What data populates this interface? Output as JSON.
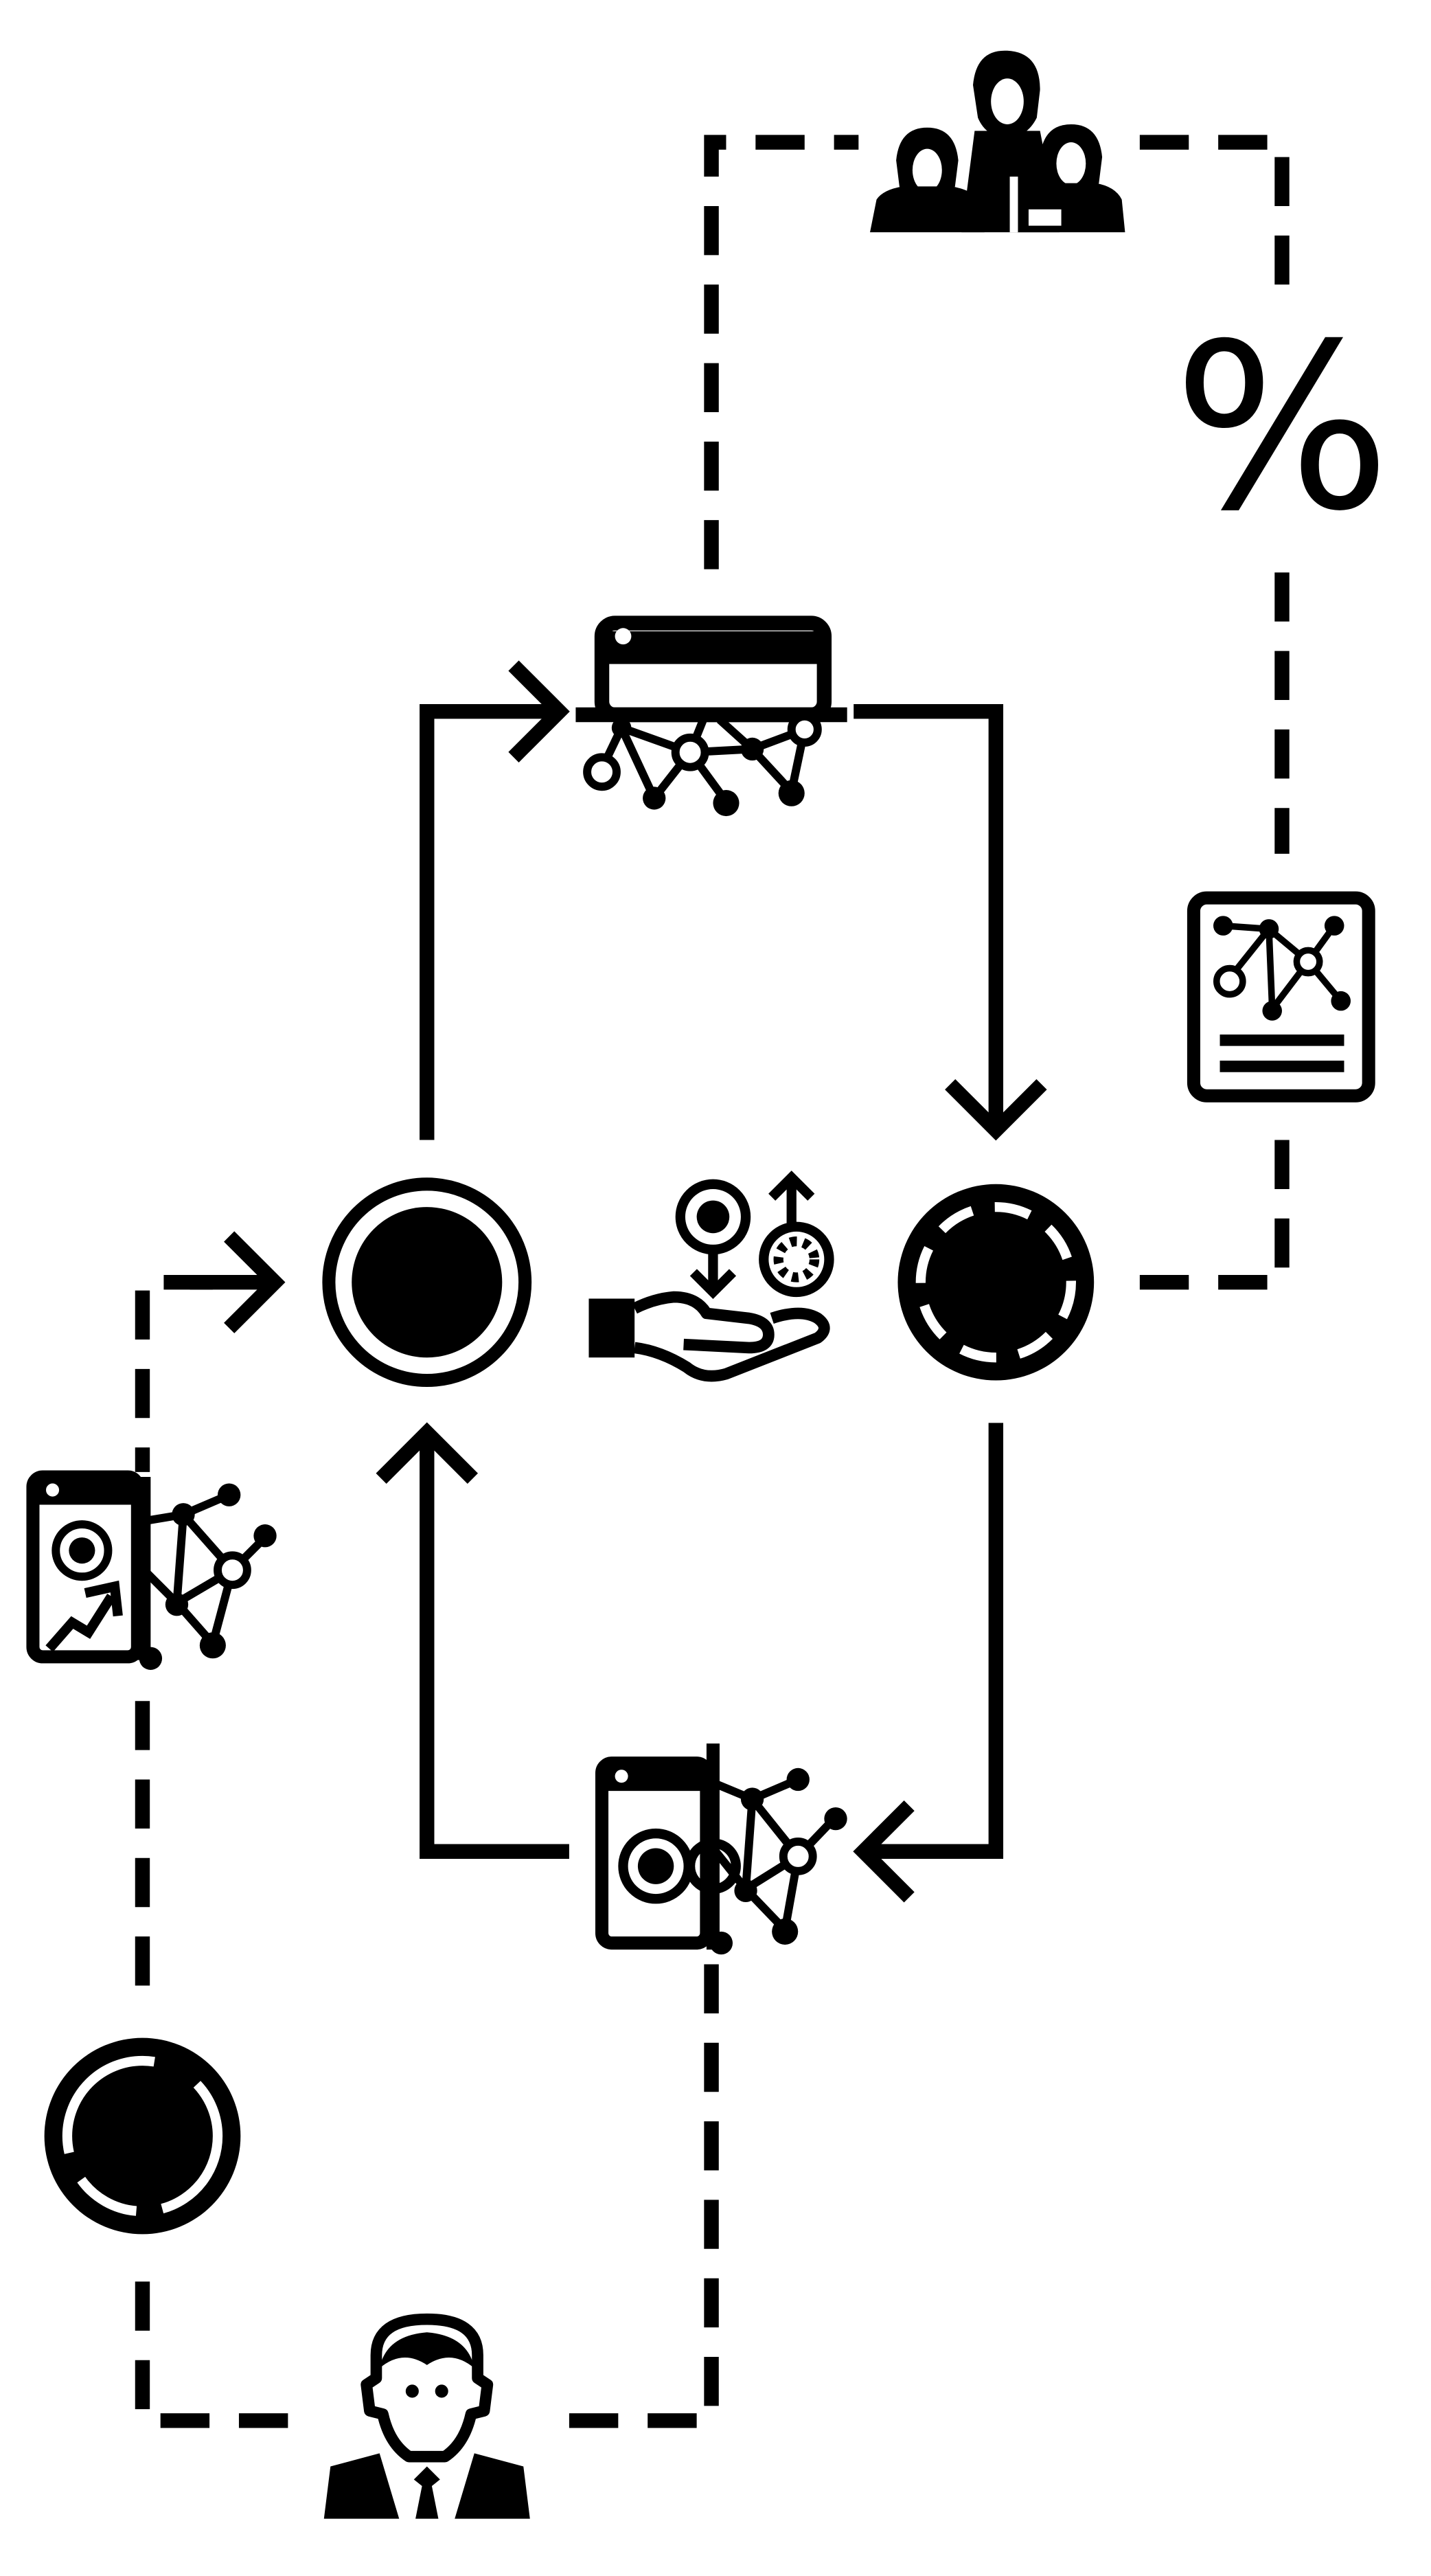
{
  "diagram": {
    "percent_label": "%",
    "colors": {
      "ink": "#000000",
      "paper": "#ffffff"
    },
    "nodes": [
      {
        "id": "team",
        "icon": "team-icon"
      },
      {
        "id": "percent",
        "icon": "percent-symbol"
      },
      {
        "id": "dashboard-top",
        "icon": "dashboard-network-icon"
      },
      {
        "id": "report",
        "icon": "network-report-icon"
      },
      {
        "id": "hub-left",
        "icon": "ring-circle-icon"
      },
      {
        "id": "hub-center",
        "icon": "hand-exchange-icon"
      },
      {
        "id": "hub-right",
        "icon": "dashed-ring-circle-icon"
      },
      {
        "id": "analytics",
        "icon": "analytics-network-icon"
      },
      {
        "id": "dashboard-bottom",
        "icon": "dashboard-target-network-icon"
      },
      {
        "id": "partial-ring",
        "icon": "partial-ring-circle-icon"
      },
      {
        "id": "person",
        "icon": "businessman-icon"
      }
    ]
  }
}
